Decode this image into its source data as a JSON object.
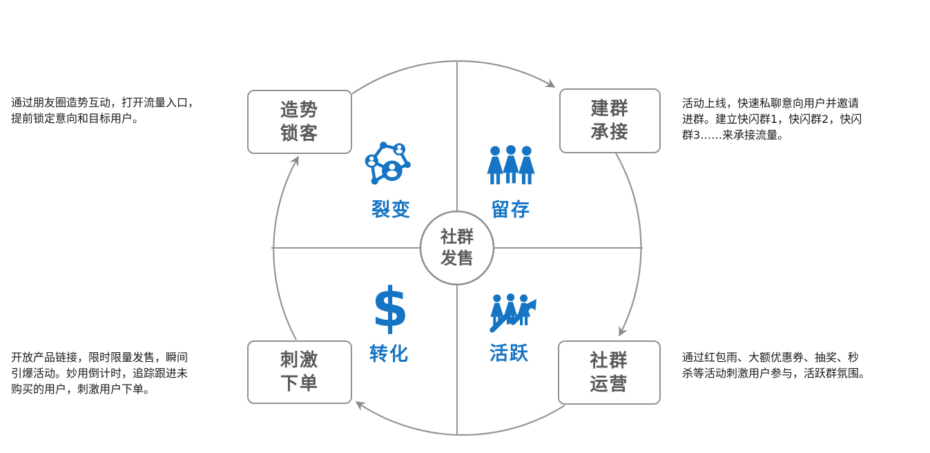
{
  "diagram": {
    "title_semantic": "community-launch-cycle",
    "center": {
      "label": "社群\n发售"
    },
    "stages": [
      {
        "id": "build-momentum",
        "label": "造势\n锁客",
        "description": "通过朋友圈造势互动，打开流量入口，\n提前锁定意向和目标用户。"
      },
      {
        "id": "create-groups",
        "label": "建群\n承接",
        "description": "活动上线，快速私聊意向用户并邀请\n进群。建立快闪群1，快闪群2，快闪\n群3……来承接流量。"
      },
      {
        "id": "community-ops",
        "label": "社群\n运营",
        "description": "通过红包雨、大额优惠券、抽奖、秒\n杀等活动刺激用户参与，活跃群氛围。"
      },
      {
        "id": "stimulate-orders",
        "label": "刺激\n下单",
        "description": "开放产品链接，限时限量发售，瞬间\n引爆活动。妙用倒计时，追踪跟进未\n购买的用户，刺激用户下单。"
      }
    ],
    "quadrants": [
      {
        "id": "fission",
        "label": "裂变",
        "icon": "fission-network-icon"
      },
      {
        "id": "retention",
        "label": "留存",
        "icon": "people-group-icon"
      },
      {
        "id": "conversion",
        "label": "转化",
        "icon": "dollar-icon",
        "glyph": "$"
      },
      {
        "id": "active",
        "label": "活跃",
        "icon": "people-growth-icon"
      }
    ],
    "colors": {
      "accent_blue": "#1574C4",
      "line_gray": "#949494",
      "arrow_gray": "#8a8a8a",
      "box_text_gray": "#595959",
      "description_text": "#1a1a1a"
    },
    "flow_direction": "clockwise"
  }
}
